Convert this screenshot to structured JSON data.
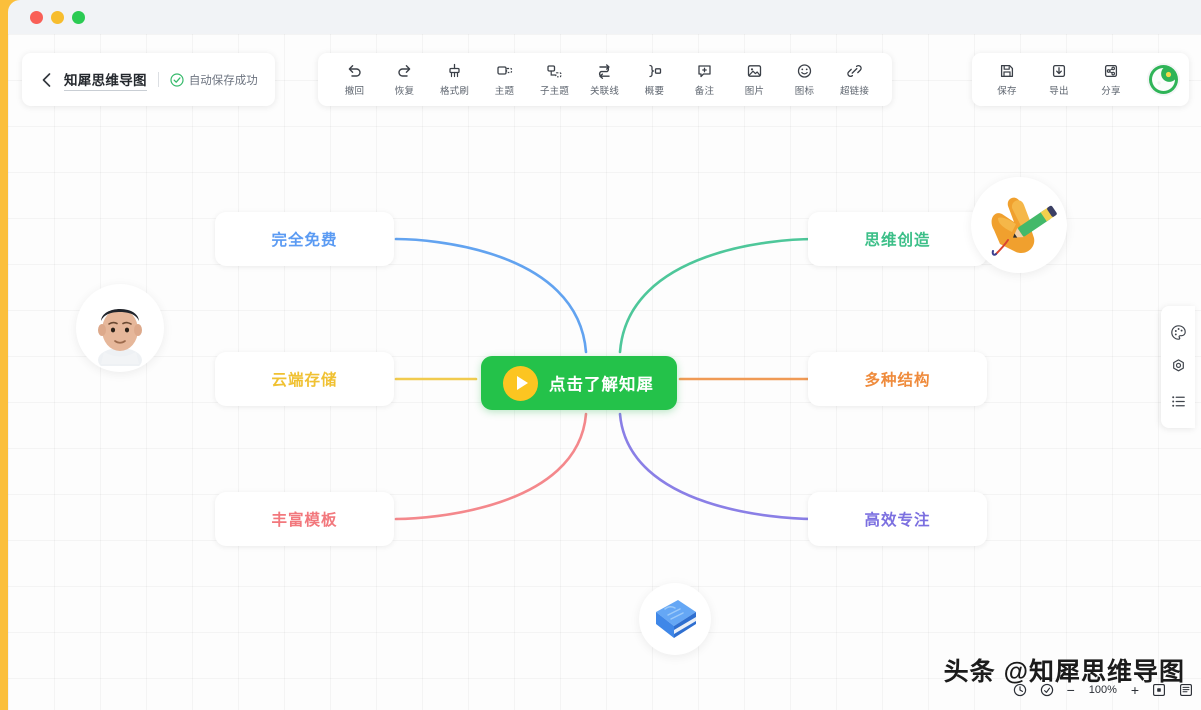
{
  "window": {
    "traffic_lights": [
      "close",
      "minimize",
      "maximize"
    ]
  },
  "docbar": {
    "back_icon": "chevron-left-icon",
    "title": "知犀思维导图",
    "status_icon": "check-circle-icon",
    "status": "自动保存成功"
  },
  "toolbar": {
    "items": [
      {
        "icon": "undo-icon",
        "label": "撤回"
      },
      {
        "icon": "redo-icon",
        "label": "恢复"
      },
      {
        "icon": "format-brush-icon",
        "label": "格式刷"
      },
      {
        "icon": "topic-icon",
        "label": "主题"
      },
      {
        "icon": "subtopic-icon",
        "label": "子主题"
      },
      {
        "icon": "relation-line-icon",
        "label": "关联线"
      },
      {
        "icon": "summary-icon",
        "label": "概要"
      },
      {
        "icon": "note-icon",
        "label": "备注"
      },
      {
        "icon": "image-icon",
        "label": "图片"
      },
      {
        "icon": "emoji-icon",
        "label": "图标"
      },
      {
        "icon": "link-icon",
        "label": "超链接"
      }
    ]
  },
  "rightbar": {
    "items": [
      {
        "icon": "save-icon",
        "label": "保存"
      },
      {
        "icon": "export-icon",
        "label": "导出"
      },
      {
        "icon": "share-icon",
        "label": "分享"
      }
    ],
    "avatar": "user-avatar"
  },
  "sidepanel": {
    "items": [
      {
        "icon": "palette-icon",
        "name": "style-panel"
      },
      {
        "icon": "gear-icon",
        "name": "settings-panel"
      },
      {
        "icon": "outline-icon",
        "name": "outline-panel"
      }
    ]
  },
  "mindmap": {
    "root": {
      "label": "点击了解知犀",
      "color": "#24c24a",
      "play_icon": "play-icon"
    },
    "left_nodes": [
      {
        "label": "完全免费",
        "color": "#5b9bf3"
      },
      {
        "label": "云端存储",
        "color": "#f0c132"
      },
      {
        "label": "丰富模板",
        "color": "#f2787d"
      }
    ],
    "right_nodes": [
      {
        "label": "思维创造",
        "color": "#3cbf88"
      },
      {
        "label": "多种结构",
        "color": "#ef8b3c"
      },
      {
        "label": "高效专注",
        "color": "#7b6fe0"
      }
    ],
    "stickers": [
      {
        "name": "avatar-sticker",
        "icon": "face-illustration"
      },
      {
        "name": "hand-pencil-sticker",
        "icon": "hand-pencil-illustration"
      },
      {
        "name": "book-sticker",
        "icon": "book-illustration"
      }
    ]
  },
  "zoombar": {
    "items": [
      {
        "icon": "history-icon",
        "name": "history-button"
      },
      {
        "icon": "locate-icon",
        "name": "center-button"
      }
    ],
    "minus": "−",
    "percent": "100%",
    "plus": "+",
    "fit_icon": "fit-screen-icon",
    "panel_icon": "minimap-icon"
  },
  "watermark": {
    "text": "头条 @知犀思维导图"
  }
}
